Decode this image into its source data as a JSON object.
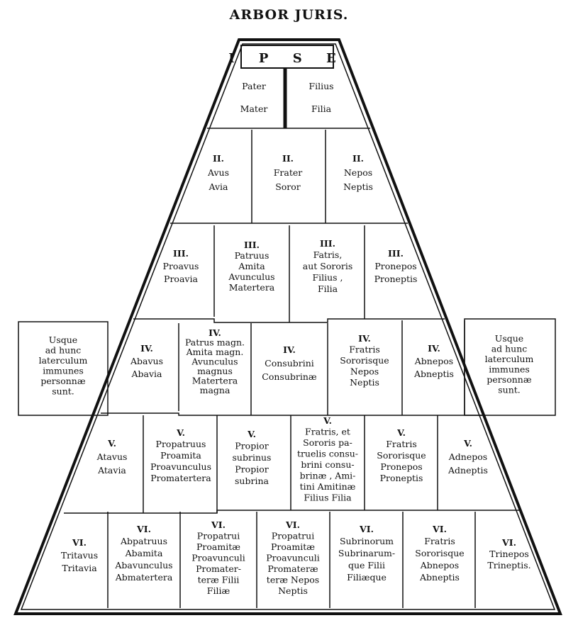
{
  "title": "ARBOR JURIS.",
  "ipse": "I P S E",
  "cells": {
    "row0_left": [
      "Pater",
      "Mater"
    ],
    "row0_right": [
      "Filius",
      "Filia"
    ],
    "r2_a": [
      "II.",
      "Avus",
      "Avia"
    ],
    "r2_b": [
      "II.",
      "Frater",
      "Soror"
    ],
    "r2_c": [
      "II.",
      "Nepos",
      "Neptis"
    ],
    "r3_a": [
      "III.",
      "Proavus",
      "Proavia"
    ],
    "r3_b": [
      "III.",
      "Patruus",
      "Amita",
      "Avunculus",
      "Matertera"
    ],
    "r3_c": [
      "III.",
      "Fatris,",
      "aut Sororis",
      "Filius ,",
      "Filia"
    ],
    "r3_d": [
      "III.",
      "Pronepos",
      "Proneptis"
    ],
    "side_left": [
      "Usque",
      "ad hunc",
      "laterculum",
      "immunes",
      "personnæ",
      "sunt."
    ],
    "side_right": [
      "Usque",
      "ad hunc",
      "laterculum",
      "immunes",
      "personnæ",
      "sunt."
    ],
    "r4_a": [
      "IV.",
      "Abavus",
      "Abavia"
    ],
    "r4_b": [
      "IV.",
      "Patrus magn.",
      "Amita magn.",
      "Avunculus",
      "magnus",
      "Matertera",
      "magna"
    ],
    "r4_c": [
      "IV.",
      "Consubrini",
      "Consubrinæ"
    ],
    "r4_d": [
      "IV.",
      "Fratris",
      "Sororisque",
      "Nepos",
      "Neptis"
    ],
    "r4_e": [
      "IV.",
      "Abnepos",
      "Abneptis"
    ],
    "r5_a": [
      "V.",
      "Atavus",
      "Atavia"
    ],
    "r5_b": [
      "V.",
      "Propatruus",
      "Proamita",
      "Proavunculus",
      "Promatertera"
    ],
    "r5_c": [
      "V.",
      "Propior",
      "subrinus",
      "Propior",
      "subrina"
    ],
    "r5_d": [
      "V.",
      "Fratris, et",
      "Sororis pa-",
      "truelis consu-",
      "brini consu-",
      "brinæ , Ami-",
      "tini Amitinæ",
      "Filius Filia"
    ],
    "r5_e": [
      "V.",
      "Fratris",
      "Sororisque",
      "Pronepos",
      "Proneptis"
    ],
    "r5_f": [
      "V.",
      "Adnepos",
      "Adneptis"
    ],
    "r6_a": [
      "VI.",
      "Tritavus",
      "Tritavia"
    ],
    "r6_b": [
      "VI.",
      "Abpatruus",
      "Abamita",
      "Abavunculus",
      "Abmatertera"
    ],
    "r6_c": [
      "VI.",
      "Propatrui",
      "Proamitæ",
      "Proavunculi",
      "Promater-",
      "teræ Filii",
      "Filiæ"
    ],
    "r6_d": [
      "VI.",
      "Propatrui",
      "Proamitæ",
      "Proavunculi",
      "Promateræ",
      "teræ Nepos",
      "Neptis"
    ],
    "r6_e": [
      "VI.",
      "Subrinorum",
      "Subrinarum-",
      "que Filii",
      "Filiæque"
    ],
    "r6_f": [
      "VI.",
      "Fratris",
      "Sororisque",
      "Abnepos",
      "Abneptis"
    ],
    "r6_g": [
      "VI.",
      "Trinepos",
      "Trineptis."
    ]
  }
}
